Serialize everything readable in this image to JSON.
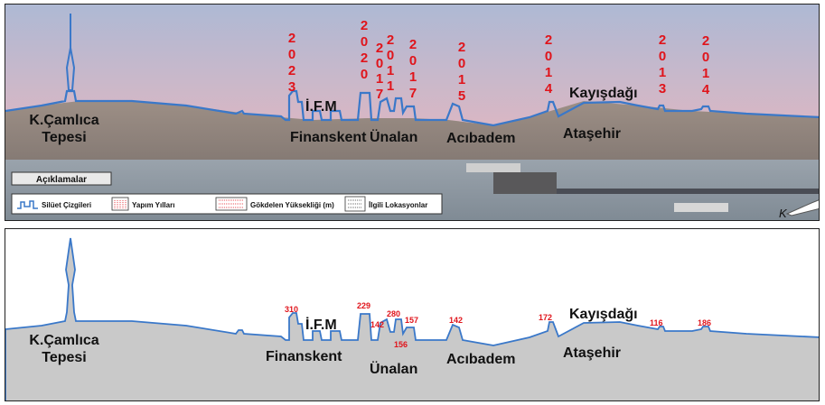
{
  "locations": {
    "camlica": [
      "K.Çamlıca",
      "Tepesi"
    ],
    "ifm": "İ.F.M",
    "finanskent": "Finanskent",
    "unalan": "Ünalan",
    "acibadem": "Acıbadem",
    "atasehir": "Ataşehir",
    "kayisdagi": "Kayışdağı"
  },
  "top_panel": {
    "years": [
      {
        "id": "finanskent-2023",
        "digits": [
          "2",
          "0",
          "2",
          "3"
        ]
      },
      {
        "id": "unalan-2020",
        "digits": [
          "2",
          "0",
          "2",
          "0"
        ]
      },
      {
        "id": "unalan-2017a",
        "digits": [
          "2",
          "0",
          "1",
          "7"
        ]
      },
      {
        "id": "unalan-2011",
        "digits": [
          "2",
          "0",
          "1",
          "1"
        ]
      },
      {
        "id": "unalan-2017b",
        "digits": [
          "2",
          "0",
          "1",
          "7"
        ]
      },
      {
        "id": "acibadem-2015",
        "digits": [
          "2",
          "0",
          "1",
          "5"
        ]
      },
      {
        "id": "atasehir-2014",
        "digits": [
          "2",
          "0",
          "1",
          "4"
        ]
      },
      {
        "id": "kayisdagi-2013",
        "digits": [
          "2",
          "0",
          "1",
          "3"
        ]
      },
      {
        "id": "kayisdagi-2014",
        "digits": [
          "2",
          "0",
          "1",
          "4"
        ]
      }
    ],
    "legend": {
      "title": "Açıklamalar",
      "items": [
        "Silüet Çizgileri",
        "Yapım Yılları",
        "Gökdelen Yüksekliği (m)",
        "İlgili Lokasyonlar"
      ]
    },
    "north_label": "K"
  },
  "bottom_panel": {
    "heights": [
      "310",
      "229",
      "142",
      "280",
      "156",
      "157",
      "142",
      "172",
      "116",
      "186"
    ]
  },
  "colors": {
    "silhouette_line": "#3a78c9",
    "ground_fill": "#c9c9c9",
    "annotation": "#e0141b"
  }
}
